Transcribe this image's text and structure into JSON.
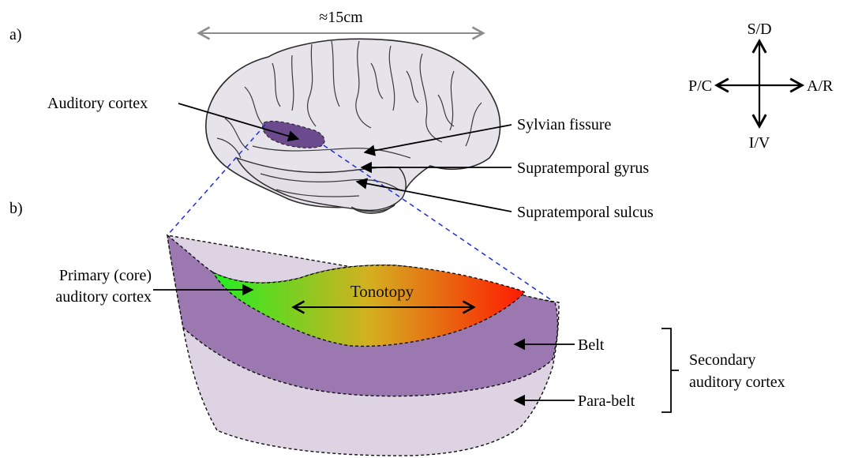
{
  "panel_labels": {
    "a": "a)",
    "b": "b)"
  },
  "scale": {
    "label": "≈15cm"
  },
  "compass": {
    "up": "S/D",
    "down": "I/V",
    "left": "P/C",
    "right": "A/R"
  },
  "brain_labels": {
    "auditory_cortex": "Auditory cortex",
    "sylvian_fissure": "Sylvian fissure",
    "supratemporal_gyrus": "Supratemporal gyrus",
    "supratemporal_sulcus": "Supratemporal sulcus"
  },
  "detail_labels": {
    "primary_line1": "Primary (core)",
    "primary_line2": "auditory cortex",
    "tonotopy": "Tonotopy",
    "belt": "Belt",
    "parabelt": "Para-belt",
    "secondary_line1": "Secondary",
    "secondary_line2": "auditory cortex"
  },
  "colors": {
    "brain_fill": "#e6e3ea",
    "brain_stroke": "#2a2a2a",
    "auditory_patch": "#6c4a8e",
    "belt": "#9b79b0",
    "parabelt": "#ddd3e3",
    "gradient_start": "#22ee22",
    "gradient_mid": "#d4b020",
    "gradient_end": "#ff1a00",
    "scale_arrow": "#8c8c8c",
    "projection_lines": "#1a2fd8"
  }
}
